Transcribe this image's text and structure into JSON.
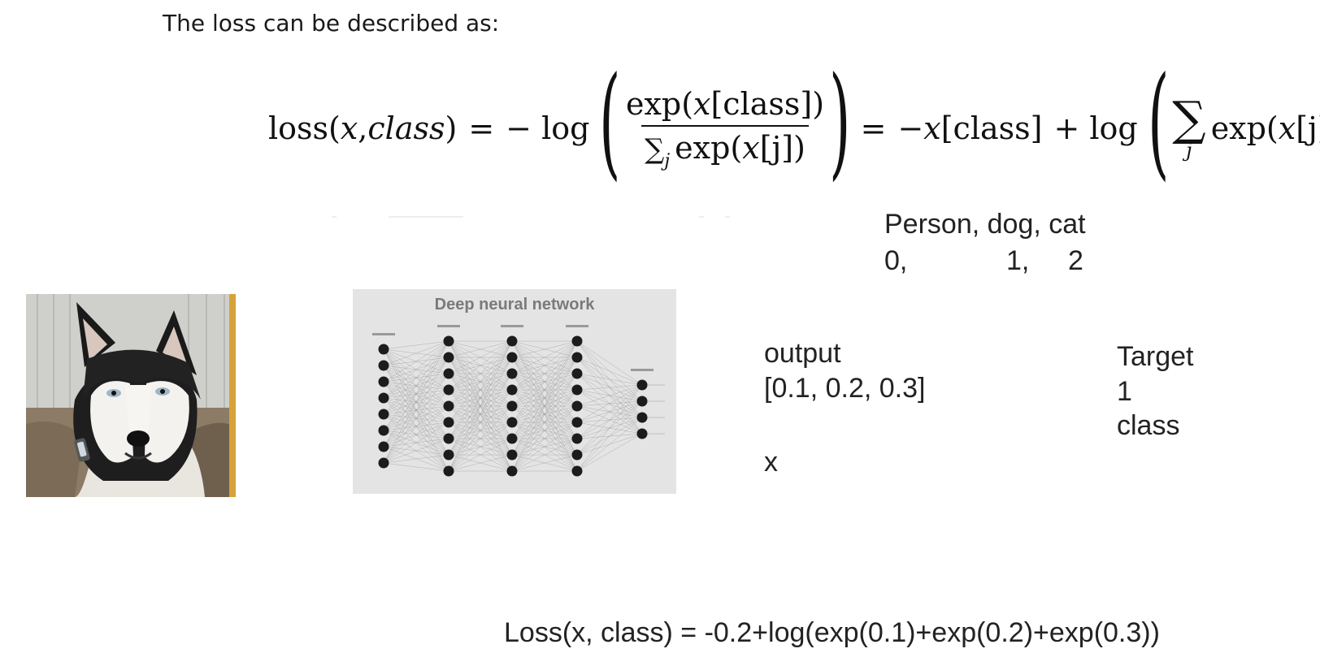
{
  "intro_text": "The loss can be described as:",
  "equation": {
    "lhs": "loss(",
    "var_x": "x",
    "comma": ", ",
    "var_class": "class",
    "rparen": ")",
    "eq1": "=",
    "neg_log": "− log",
    "num_exp": "exp(",
    "num_x": "x",
    "num_bracket_class": "[class])",
    "den_sum": "∑",
    "den_j": "j",
    "den_exp": "exp(",
    "den_x": "x",
    "den_bracket_j": "[j])",
    "eq2": "=",
    "rhs_neg": "−",
    "rhs_x": "x",
    "rhs_class": "[class]",
    "rhs_plus_log": "+ log",
    "rhs_sum": "∑",
    "rhs_sum_sub": "j",
    "rhs_exp": "exp(",
    "rhs_x2": "x",
    "rhs_j": "[j])"
  },
  "classes_line": "Person, dog, cat",
  "class_ids": [
    "0,",
    "1,",
    "2"
  ],
  "output_label": "output",
  "output_values": "[0.1, 0.2, 0.3]",
  "x_label": "x",
  "target_label": "Target",
  "target_value": "1",
  "target_class": "class",
  "network_title": "Deep neural network",
  "loss_line": "Loss(x, class) = -0.2+log(exp(0.1)+exp(0.2)+exp(0.3))",
  "colors": {
    "network_bg": "#e4e4e4",
    "node": "#1c1c1c",
    "edge": "#9a9a9a"
  }
}
